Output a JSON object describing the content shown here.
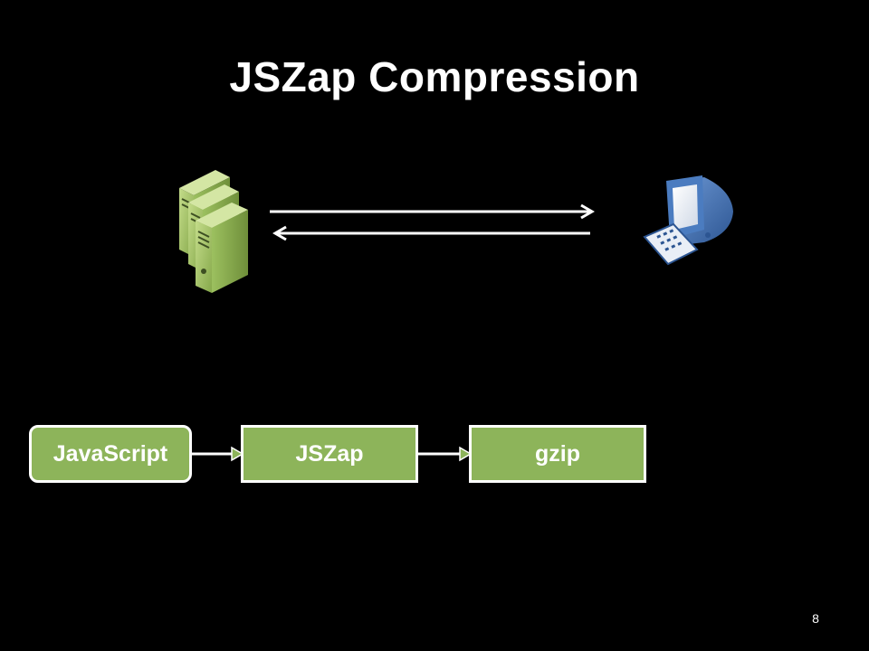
{
  "slide": {
    "title": "JSZap Compression",
    "page_number": "8"
  },
  "diagram": {
    "server_icon": "server-stack-icon",
    "client_icon": "desktop-computer-icon",
    "flow": [
      "JavaScript",
      "JSZap",
      "gzip"
    ]
  },
  "colors": {
    "background": "#000000",
    "box_fill": "#8db45a",
    "server_green": "#a9c96b",
    "monitor_blue": "#3f6fb0",
    "text": "#ffffff"
  }
}
